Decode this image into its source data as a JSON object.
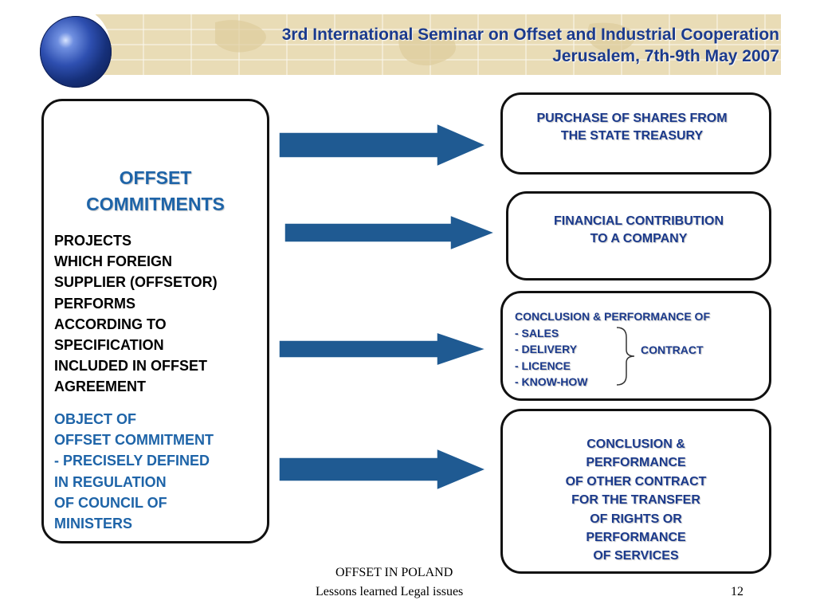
{
  "header": {
    "title_line1": "3rd International Seminar on Offset and Industrial Cooperation",
    "title_line2": "Jerusalem, 7th-9th May 2007",
    "logo_icon": "globe-icon"
  },
  "main": {
    "heading": "OFFSET\nCOMMITMENTS",
    "body": "PROJECTS\nWHICH FOREIGN\nSUPPLIER (OFFSETOR)\nPERFORMS\nACCORDING TO\nSPECIFICATION\nINCLUDED IN OFFSET\nAGREEMENT",
    "object": "OBJECT OF\nOFFSET COMMITMENT\n- PRECISELY DEFINED\nIN REGULATION\nOF COUNCIL OF\nMINISTERS"
  },
  "targets": {
    "shares": "PURCHASE OF SHARES FROM\nTHE STATE TREASURY",
    "financial": "FINANCIAL CONTRIBUTION\nTO A COMPANY",
    "conclusion": {
      "heading": "CONCLUSION & PERFORMANCE OF",
      "items": [
        "- SALES",
        "- DELIVERY",
        "- LICENCE",
        "- KNOW-HOW"
      ],
      "contract_label": "CONTRACT"
    },
    "other": "CONCLUSION &\nPERFORMANCE\nOF OTHER CONTRACT\nFOR THE TRANSFER\nOF RIGHTS OR\nPERFORMANCE\nOF SERVICES"
  },
  "footer": {
    "line1": "OFFSET IN POLAND",
    "line2": "Lessons learned  Legal issues",
    "page_number": "12"
  },
  "colors": {
    "title_blue": "#1b3a8c",
    "heading_blue": "#1e64a8",
    "arrow_blue": "#1f5a92",
    "banner_tan": "#e9dcb6"
  }
}
